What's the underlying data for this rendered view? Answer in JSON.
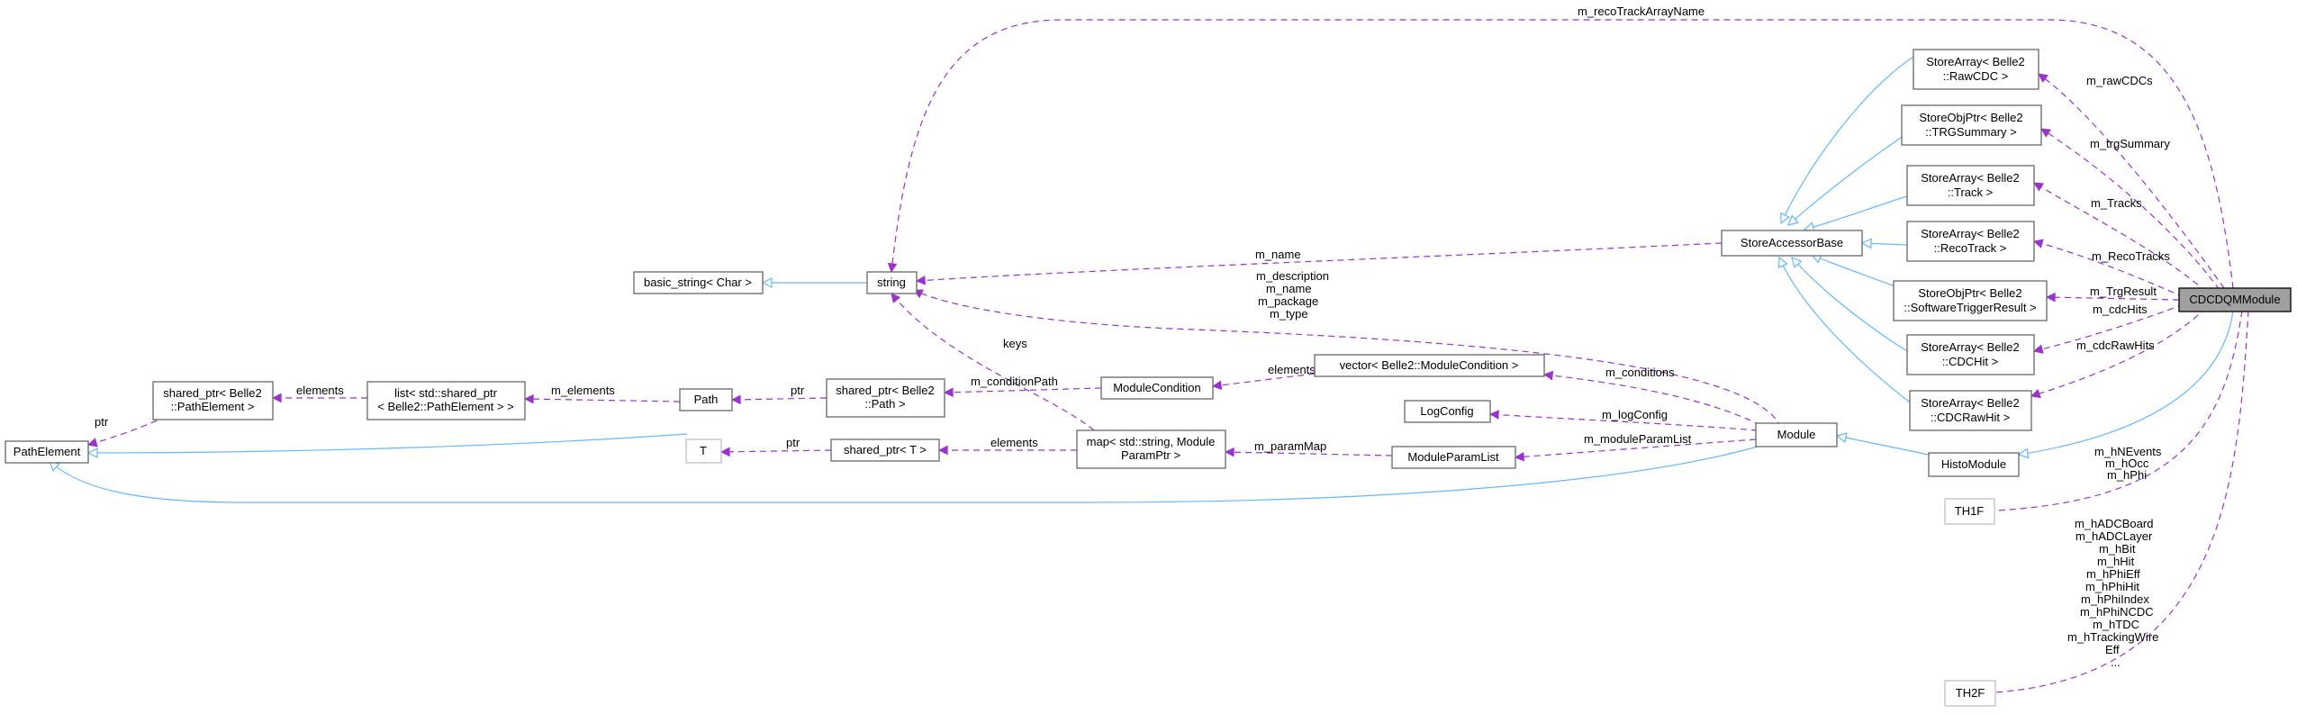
{
  "nodes": {
    "path_element": "PathElement",
    "shared_ptr_path_element": [
      "shared_ptr< Belle2",
      "::PathElement >"
    ],
    "list_shared_ptr": [
      "list< std::shared_ptr",
      "< Belle2::PathElement > >"
    ],
    "path": "Path",
    "shared_ptr_path": [
      "shared_ptr< Belle2",
      "::Path >"
    ],
    "basic_string": "basic_string< Char >",
    "string": "string",
    "t": "T",
    "shared_ptr_t": "shared_ptr< T >",
    "module_condition": "ModuleCondition",
    "map_param": [
      "map< std::string, Module",
      "ParamPtr >"
    ],
    "vector_module_condition": "vector< Belle2::ModuleCondition >",
    "log_config": "LogConfig",
    "module_param_list": "ModuleParamList",
    "module": "Module",
    "store_accessor_base": "StoreAccessorBase",
    "store_array_rawcdc": [
      "StoreArray< Belle2",
      "::RawCDC >"
    ],
    "store_obj_trgsummary": [
      "StoreObjPtr< Belle2",
      "::TRGSummary >"
    ],
    "store_array_track": [
      "StoreArray< Belle2",
      "::Track >"
    ],
    "store_array_recotrack": [
      "StoreArray< Belle2",
      "::RecoTrack >"
    ],
    "store_obj_softwaretrigger": [
      "StoreObjPtr< Belle2",
      "::SoftwareTriggerResult >"
    ],
    "store_array_cdchit": [
      "StoreArray< Belle2",
      "::CDCHit >"
    ],
    "store_array_cdcrawhit": [
      "StoreArray< Belle2",
      "::CDCRawHit >"
    ],
    "histo_module": "HistoModule",
    "th1f": "TH1F",
    "th2f": "TH2F",
    "cdc_dqm_module": "CDCDQMModule"
  },
  "edge_labels": {
    "ptr_path_element": "ptr",
    "elements_list": "elements",
    "m_elements": "m_elements",
    "ptr_path": "ptr",
    "m_condition_path": "m_conditionPath",
    "elements_vector": "elements",
    "m_conditions": "m_conditions",
    "keys": "keys",
    "ptr_t": "ptr",
    "elements_map": "elements",
    "m_param_map": "m_paramMap",
    "m_module_param_list": "m_moduleParamList",
    "m_log_config": "m_logConfig",
    "module_strings": [
      "m_description",
      "m_name",
      "m_package",
      "m_type"
    ],
    "m_name": "m_name",
    "m_reco_track_array_name": "m_recoTrackArrayName",
    "m_raw_cdcs": "m_rawCDCs",
    "m_trg_summary": "m_trgSummary",
    "m_tracks": "m_Tracks",
    "m_reco_tracks": "m_RecoTracks",
    "m_trg_result": "m_TrgResult",
    "m_cdc_hits": "m_cdcHits",
    "m_cdc_raw_hits": "m_cdcRawHits",
    "th1f_members": [
      "m_hNEvents",
      "m_hOcc",
      "m_hPhi"
    ],
    "th2f_members": [
      "m_hADCBoard",
      "m_hADCLayer",
      "m_hBit",
      "m_hHit",
      "m_hPhiEff",
      "m_hPhiHit",
      "m_hPhiIndex",
      "m_hPhiNCDC",
      "m_hTDC",
      "m_hTrackingWire",
      "Eff",
      "..."
    ]
  },
  "colors": {
    "inheritance_edge": "#63b8ff",
    "usage_edge": "#9a32cd",
    "focus_node_fill": "#a0a0a0"
  }
}
